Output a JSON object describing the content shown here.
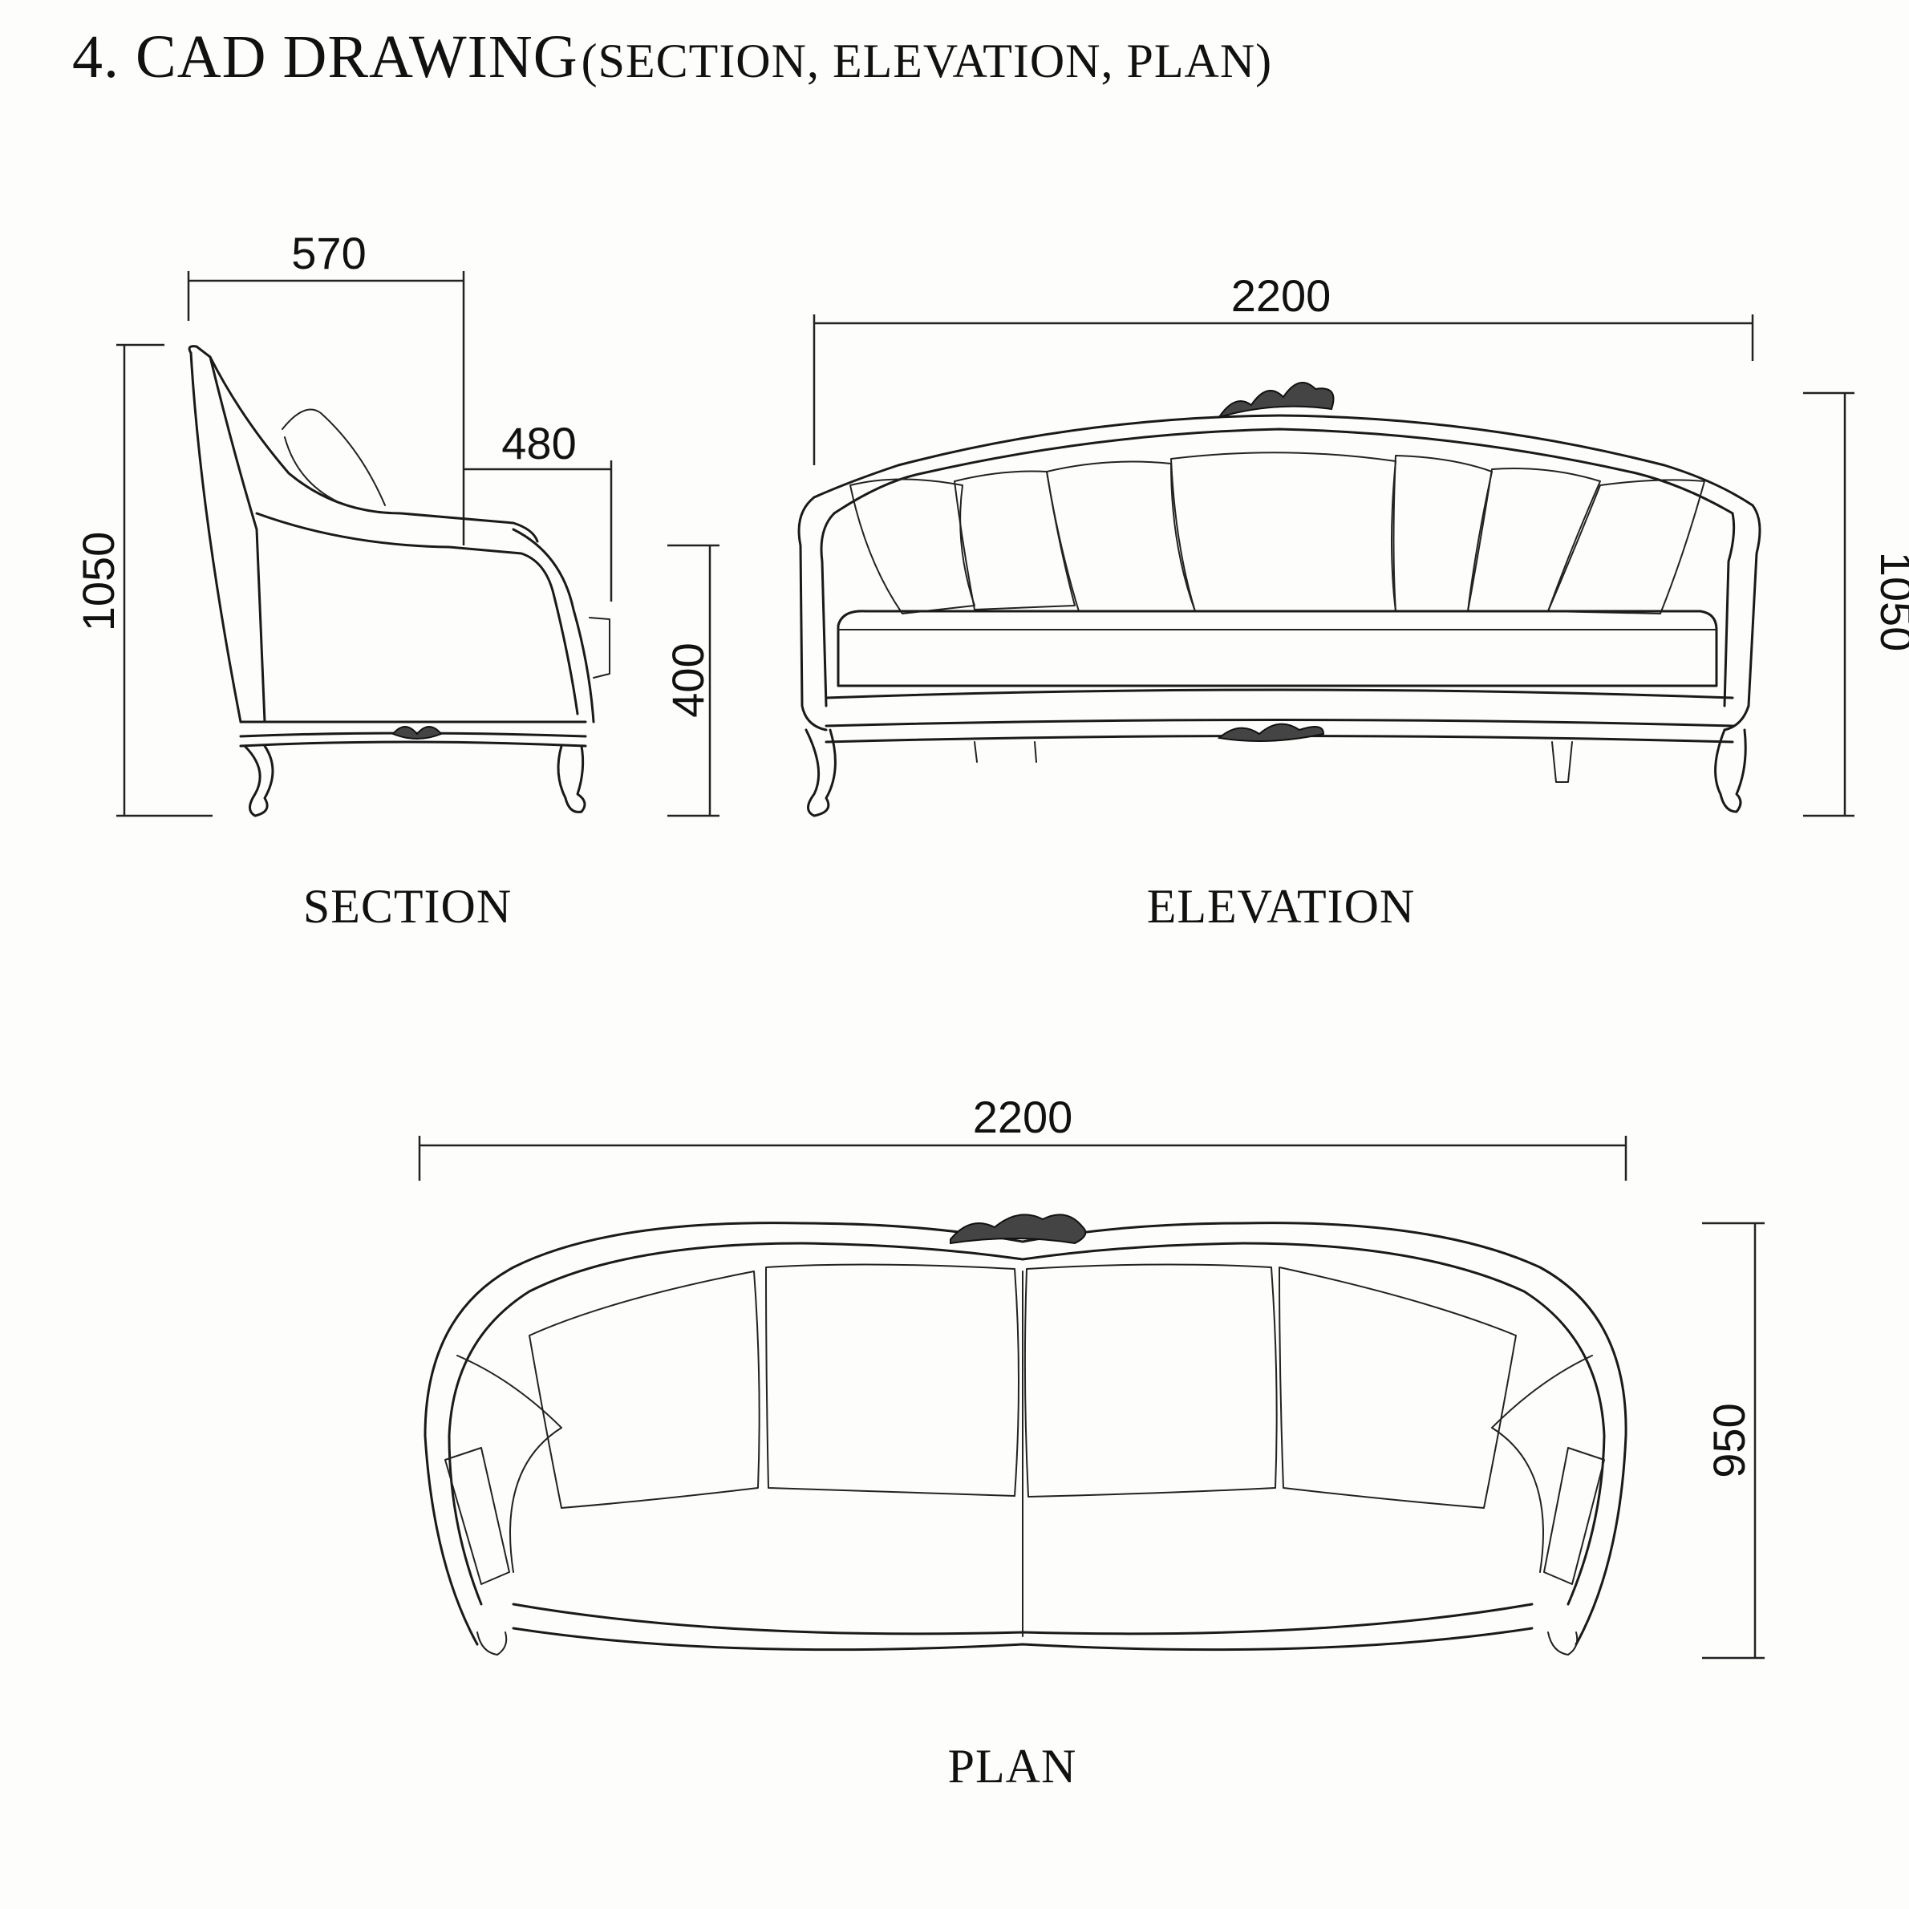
{
  "title": {
    "main": "4. CAD DRAWING",
    "sub": "(SECTION, ELEVATION, PLAN)"
  },
  "views": {
    "section": {
      "caption": "SECTION",
      "dims": {
        "depth": "570",
        "seat_depth": "480",
        "height": "1050",
        "seat_height": "400"
      }
    },
    "elevation": {
      "caption": "ELEVATION",
      "dims": {
        "width": "2200",
        "height": "1050"
      }
    },
    "plan": {
      "caption": "PLAN",
      "dims": {
        "width": "2200",
        "depth": "950"
      }
    }
  }
}
